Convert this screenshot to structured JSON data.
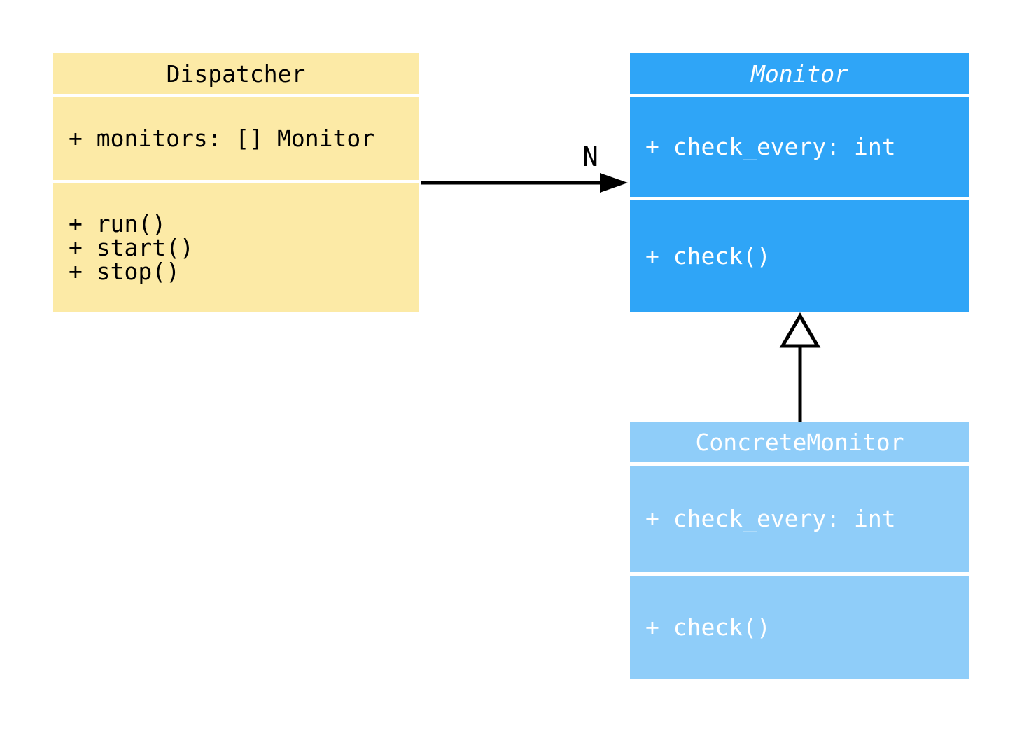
{
  "diagram": {
    "background": "#ffffff",
    "connector_color": "#000000",
    "classes": [
      {
        "name": "Dispatcher",
        "attributes": [
          "+ monitors: [] Monitor"
        ],
        "methods": [
          "+ run()",
          "+ start()",
          "+ stop()"
        ],
        "fill": "#fceaa6",
        "text_color": "#000000"
      },
      {
        "name": "Monitor",
        "abstract": true,
        "attributes": [
          "+ check_every: int"
        ],
        "methods": [
          "+ check()"
        ],
        "fill": "#2fa5f7",
        "text_color": "#ffffff"
      },
      {
        "name": "ConcreteMonitor",
        "abstract": false,
        "attributes": [
          "+ check_every: int"
        ],
        "methods": [
          "+ check()"
        ],
        "fill": "#8fcdf9",
        "text_color": "#ffffff"
      }
    ],
    "relationships": [
      {
        "type": "association",
        "from": "Dispatcher",
        "to": "Monitor",
        "label": "N",
        "arrowhead": "solid-filled-triangle"
      },
      {
        "type": "generalization",
        "from": "ConcreteMonitor",
        "to": "Monitor",
        "arrowhead": "hollow-triangle"
      }
    ]
  }
}
